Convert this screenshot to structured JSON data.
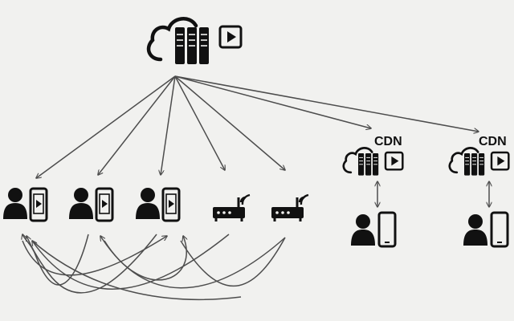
{
  "nodes": {
    "origin": {
      "name": "origin-cloud-server",
      "has_video": true
    },
    "cdn_left": {
      "label": "CDN"
    },
    "cdn_right": {
      "label": "CDN"
    }
  },
  "peers": [
    {
      "name": "peer-user-1",
      "kind": "user-phone"
    },
    {
      "name": "peer-user-2",
      "kind": "user-phone"
    },
    {
      "name": "peer-user-3",
      "kind": "user-phone"
    },
    {
      "name": "peer-router-1",
      "kind": "router"
    },
    {
      "name": "peer-router-2",
      "kind": "router"
    }
  ],
  "cdn_clients": [
    {
      "name": "cdn-left-client",
      "kind": "user-phone"
    },
    {
      "name": "cdn-right-client",
      "kind": "user-phone"
    }
  ],
  "colors": {
    "ink": "#111111",
    "line": "#4d4d4d",
    "background": "#f1f1ef"
  }
}
